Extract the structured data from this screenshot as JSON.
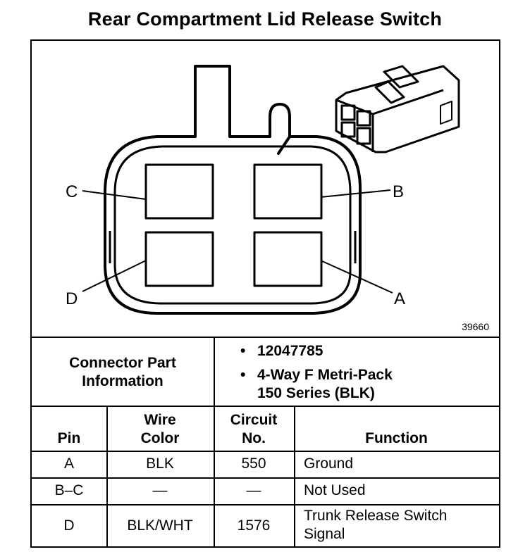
{
  "title": "Rear Compartment Lid Release Switch",
  "figure_number": "39660",
  "pin_labels": {
    "a": "A",
    "b": "B",
    "c": "C",
    "d": "D"
  },
  "connector_info": {
    "label_line1": "Connector Part",
    "label_line2": "Information",
    "part_number": "12047785",
    "description_line1": "4-Way F Metri-Pack",
    "description_line2": "150 Series (BLK)"
  },
  "table": {
    "headers": {
      "pin": "Pin",
      "wire_color_1": "Wire",
      "wire_color_2": "Color",
      "circuit_1": "Circuit",
      "circuit_2": "No.",
      "function": "Function"
    },
    "rows": [
      {
        "pin": "A",
        "wire_color": "BLK",
        "circuit": "550",
        "function_1": "Ground",
        "function_2": ""
      },
      {
        "pin": "B–C",
        "wire_color": "—",
        "circuit": "—",
        "function_1": "Not Used",
        "function_2": ""
      },
      {
        "pin": "D",
        "wire_color": "BLK/WHT",
        "circuit": "1576",
        "function_1": "Trunk Release Switch",
        "function_2": "Signal"
      }
    ]
  }
}
